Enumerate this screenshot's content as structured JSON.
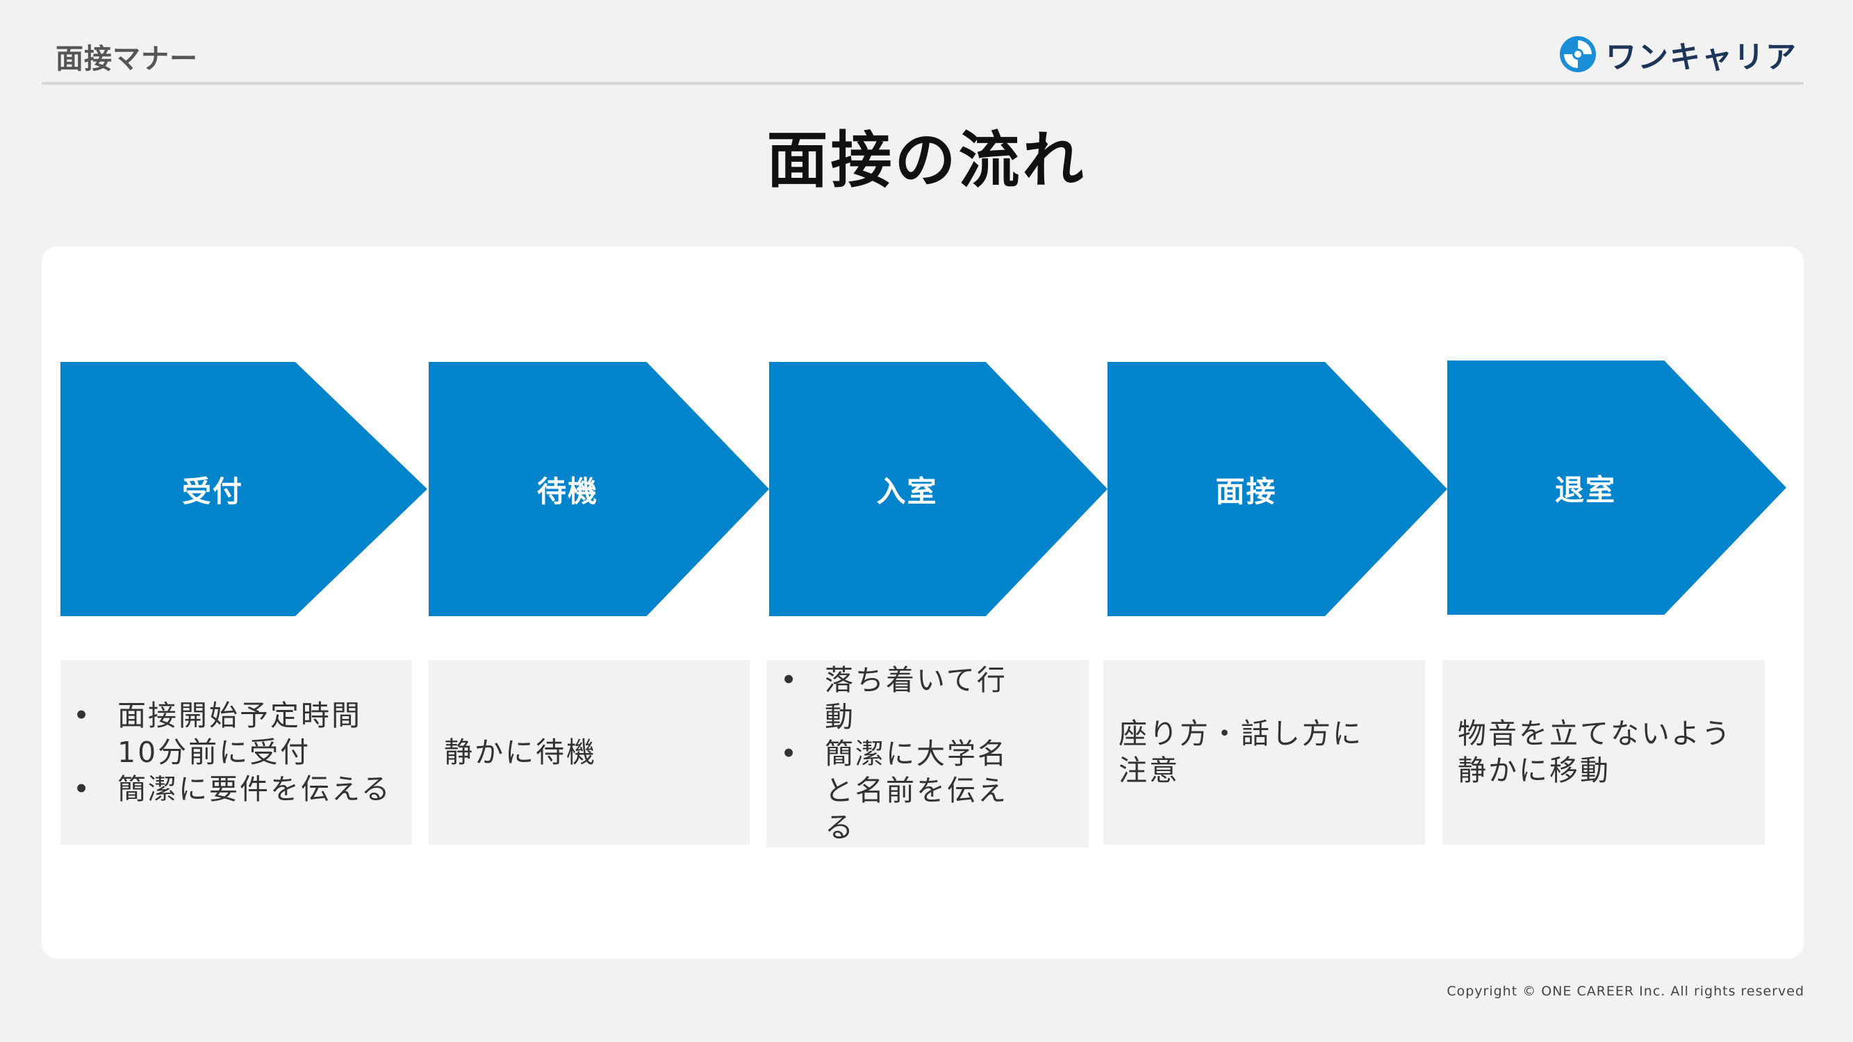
{
  "header": {
    "section_label": "面接マナー",
    "logo_text": "ワンキャリア"
  },
  "title": "面接の流れ",
  "steps": [
    {
      "label": "受付",
      "description": {
        "type": "bullets",
        "items": [
          "面接開始予定時間10分前に受付",
          "簡潔に要件を伝える"
        ]
      }
    },
    {
      "label": "待機",
      "description": {
        "type": "text",
        "text": "静かに待機"
      }
    },
    {
      "label": "入室",
      "description": {
        "type": "bullets",
        "items": [
          "落ち着いて行動",
          "簡潔に大学名と名前を伝える"
        ]
      }
    },
    {
      "label": "面接",
      "description": {
        "type": "text",
        "text": "座り方・話し方に注意"
      }
    },
    {
      "label": "退室",
      "description": {
        "type": "text",
        "text": "物音を立てないよう静かに移動"
      }
    }
  ],
  "footer": {
    "copyright": "Copyright © ONE CAREER Inc. All rights reserved"
  },
  "colors": {
    "step_blue": "#0284cd",
    "logo_blue": "#1a8fd8",
    "panel": "#ffffff",
    "background": "#f2f2f2"
  }
}
